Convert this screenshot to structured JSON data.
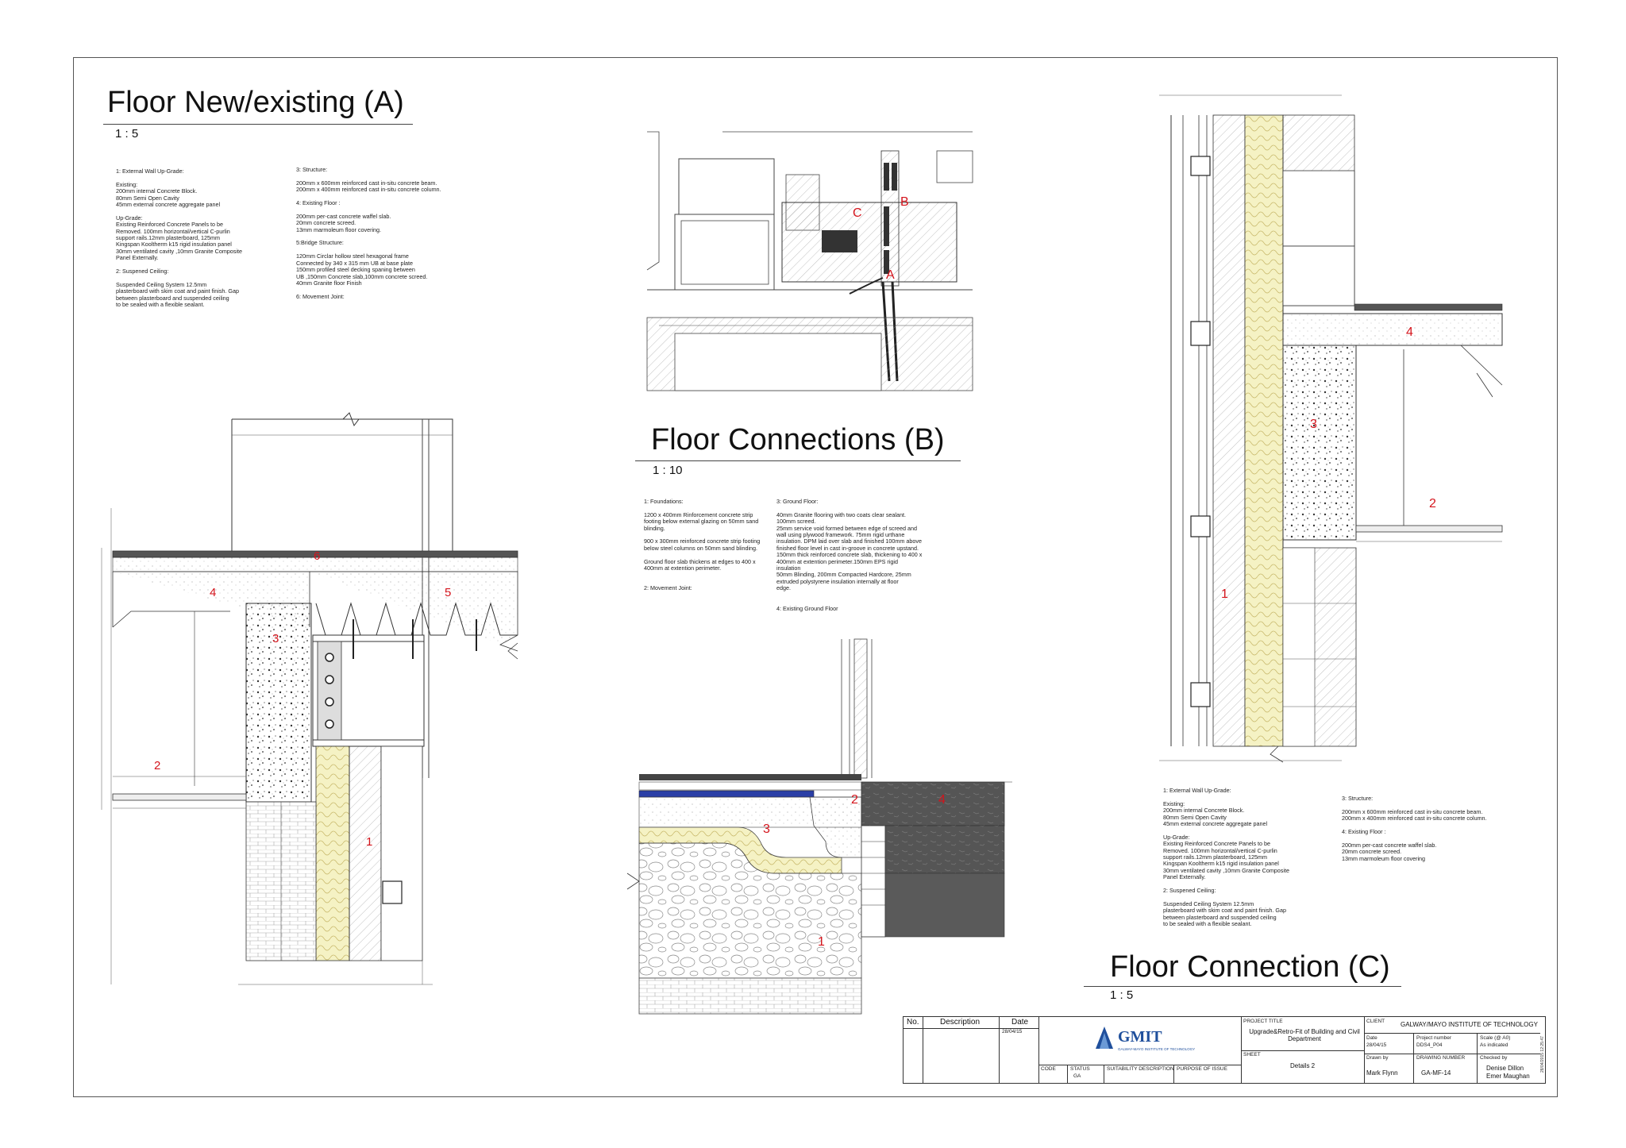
{
  "views": {
    "a": {
      "title": "Floor New/existing (A)",
      "scale": "1 : 5"
    },
    "b": {
      "title": "Floor Connections (B)",
      "scale": "1 : 10"
    },
    "c": {
      "title": "Floor Connection (C)",
      "scale": "1 : 5"
    }
  },
  "notes": {
    "a_left": "1: External Wall Up-Grade:\n\nExisting:\n200mm internal Concrete Block.\n80mm Semi Open Cavity\n45mm external concrete aggregate panel\n\nUp-Grade:\nExisting Reinforced Concrete Panels to be\nRemoved. 100mm horizontal/vertical C-purlin\nsupport rails.12mm plasterboard, 125mm\nKingspan Kooltherm k15 rigid insulation panel\n30mm ventilated cavity ,10mm Granite Composite\nPanel Externally.\n\n2: Suspened  Ceiling:\n\nSuspended Ceiling System 12.5mm\nplasterboard with skim coat and paint finish. Gap\nbetween plasterboard and suspended ceiling\nto be sealed with a flexible sealant.",
    "a_right": "3: Structure:\n\n200mm x 600mm reinforced cast in-situ concrete beam.\n200mm x 400mm reinforced cast in-situ concrete column.\n\n4: Existing Floor :\n\n200mm per-cast concrete waffel slab.\n20mm concrete screed.\n13mm marmoleum floor covering.\n\n5:Bridge Structure:\n\n120mm Circlar hollow steel hexagonal frame\nConnected by 340 x 315 mm UB at base plate\n150mm profiled steel decking spaning between\nUB ,150mm Concrete slab,100mm concrete screed.\n40mm Granite floor Finish\n\n6: Movement Joint:",
    "b_left": "1: Foundations:\n\n1200 x 400mm Rinforcement  concrete strip\nfooting below external glazing on 50mm sand\nblinding.\n\n900 x 300mm reinforced concrete strip footing\nbelow steel columns on 50mm sand blinding.\n\nGround floor slab thickens at edges to 400 x\n400mm at extention perimeter.\n\n\n2: Movement Joint:",
    "b_right": "3: Ground Floor:\n\n40mm Granite flooring with two coats clear sealant.\n100mm screed.\n25mm service void formed between edge of screed and\nwall using plywood framework. 75mm rigid urthane\ninsulation. DPM laid over slab and finished 100mm above\nfinished floor level in cast in-groove in concrete upstand.\n150mm thick reinforced concrete slab, thickening to 400 x\n400mm at extention perimeter.150mm EPS rigid\ninsulation\n50mm Blinding, 200mm Compacted Hardcore, 25mm\nextruded polystyrene insulation internally at floor\nedge.\n\n\n4: Existing Ground Floor",
    "c_left": "1: External Wall Up-Grade:\n\nExisting:\n200mm internal Concrete Block.\n80mm Semi Open Cavity\n45mm external concrete aggregate panel\n\nUp-Grade:\nExisting Reinforced Concrete Panels to be\nRemoved. 100mm horizontal/vertical C-purlin\nsupport rails.12mm plasterboard, 125mm\nKingspan Kooltherm k15 rigid insulation panel\n30mm ventilated cavity ,10mm Granite Composite\nPanel Externally.\n\n2: Suspened  Ceiling:\n\nSuspended Ceiling System 12.5mm\nplasterboard with skim coat and paint finish. Gap\nbetween plasterboard and suspended ceiling\nto be sealed with a flexible sealant.",
    "c_right": "3: Structure:\n\n200mm x 600mm reinforced cast in-situ concrete beam.\n200mm x 400mm reinforced cast in-situ concrete column.\n\n4: Existing Floor :\n\n200mm per-cast concrete waffel slab.\n20mm concrete screed.\n13mm marmoleum floor covering"
  },
  "markers": {
    "a": [
      "1",
      "2",
      "3",
      "4",
      "5",
      "6"
    ],
    "b_plan": [
      "A",
      "B",
      "C"
    ],
    "b": [
      "1",
      "2",
      "3",
      "4"
    ],
    "c": [
      "1",
      "2",
      "3",
      "4"
    ]
  },
  "colors": {
    "marker": "#d4141c",
    "insulation": "#f5f2c4",
    "ink": "#222222",
    "dark_fill": "#555555"
  },
  "title_block": {
    "revision_headers": {
      "no": "No.",
      "description": "Description",
      "date": "Date"
    },
    "revision_date": "28/04/15",
    "logo_text": "GMIT",
    "logo_sub": "GALWAY-MAYO INSTITUTE OF TECHNOLOGY",
    "project_title_label": "PROJECT TITLE",
    "project_title": "Upgrade&Retro-Fit of Building and Civil Department",
    "client_label": "CLIENT",
    "client": "GALWAY/MAYO INSTITUTE OF TECHNOLOGY",
    "date_label": "Date",
    "date": "28/04/15",
    "project_number_label": "Project number",
    "project_number": "DDS4_P04",
    "scale_label": "Scale (@ A0)",
    "scale": "As indicated",
    "sheet_label": "SHEET",
    "sheet": "Details 2",
    "drawn_by_label": "Drawn by",
    "drawn_by": "Mark Flynn",
    "drawing_number_label": "DRAWING NUMBER",
    "drawing_number": "GA-MF-14",
    "checked_by_label": "Checked by",
    "checked_by_1": "Denise Dillon",
    "checked_by_2": "Emer Maughan",
    "code_label": "CODE",
    "status_label": "STATUS",
    "status": "GA",
    "suitability_label": "SUITABILITY DESCRIPTION",
    "purpose_label": "PURPOSE OF ISSUE",
    "timestamp": "28/04/2015 12:25:47"
  }
}
